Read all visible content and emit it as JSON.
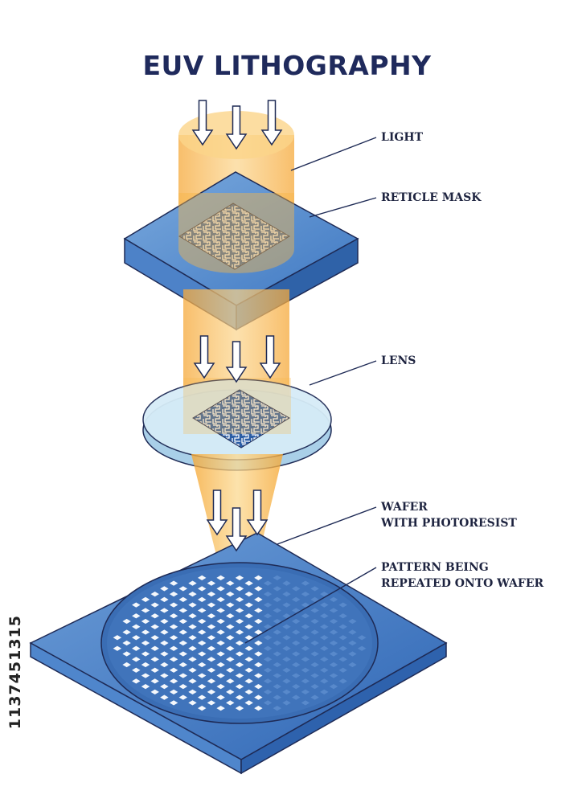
{
  "title": "EUV LITHOGRAPHY",
  "labels": {
    "light": "LIGHT",
    "reticle_mask": "RETICLE MASK",
    "lens": "LENS",
    "wafer_line1": "WAFER",
    "wafer_line2": "WITH PHOTORESIST",
    "pattern_line1": "PATTERN BEING",
    "pattern_line2": "REPEATED ONTO WAFER"
  },
  "stock_id": "1137451315",
  "colors": {
    "title": "#1f2a5c",
    "beam": "#f7b64a",
    "mask_top": "#5a8fd0",
    "mask_side": "#2f62a8",
    "lens": "#cfe8f5",
    "wafer": "#3f75c0",
    "outline": "#1e2a55"
  }
}
